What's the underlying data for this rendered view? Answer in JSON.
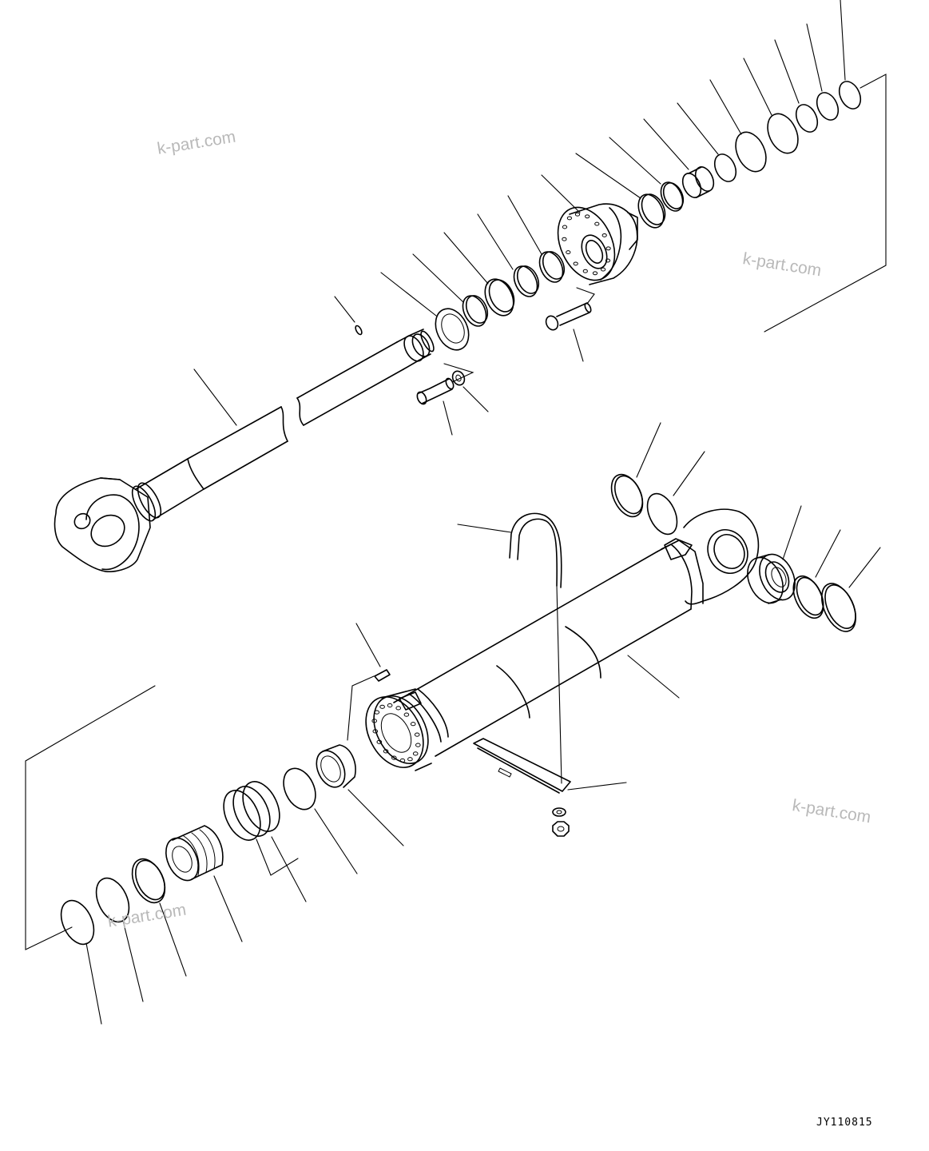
{
  "diagram": {
    "drawing_code": "JY110815",
    "watermarks": [
      "k-part.com",
      "k-part.com",
      "k-part.com",
      "k-part.com"
    ]
  }
}
